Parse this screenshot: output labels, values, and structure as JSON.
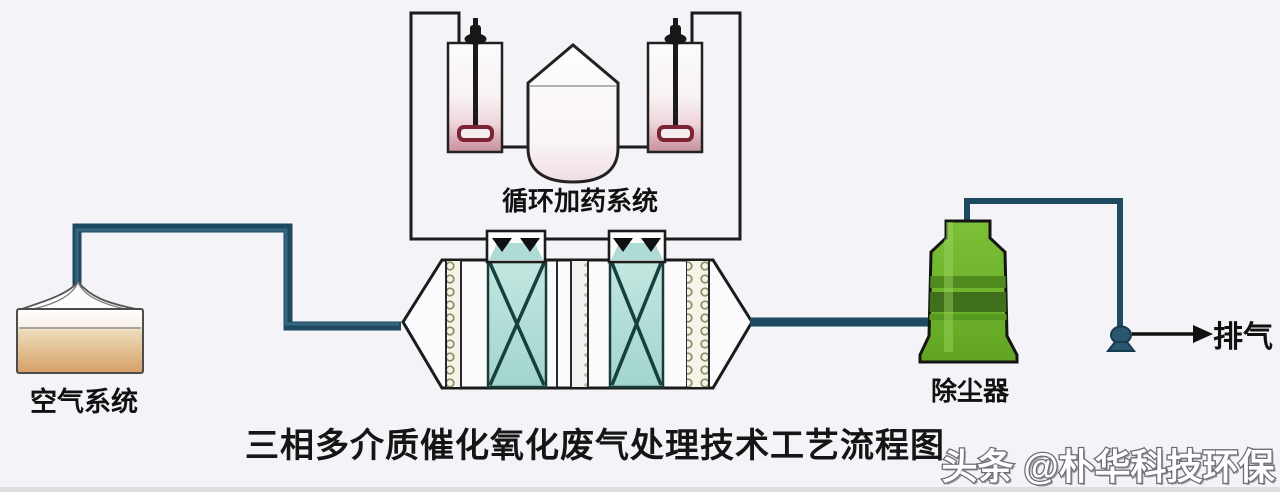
{
  "diagram": {
    "title": "三相多介质催化氧化废气处理技术工艺流程图",
    "watermark": "头条 @朴华科技环保",
    "labels": {
      "air_system": "空气系统",
      "dosing_system": "循环加药系统",
      "dust_collector": "除尘器",
      "exhaust": "排气"
    },
    "colors": {
      "bg": "#f4f3f7",
      "ink": "#111111",
      "pipe": "#1e4a61",
      "line": "#1c1c1e",
      "cyan": "#aedbd6",
      "cyanx": "#15403b",
      "green": "#6db32c",
      "greenband": "#40701c",
      "tan": "#d5a065",
      "maroon": "#7c2433",
      "wm": "#ffffff",
      "wmo": "#6e6e78"
    }
  }
}
